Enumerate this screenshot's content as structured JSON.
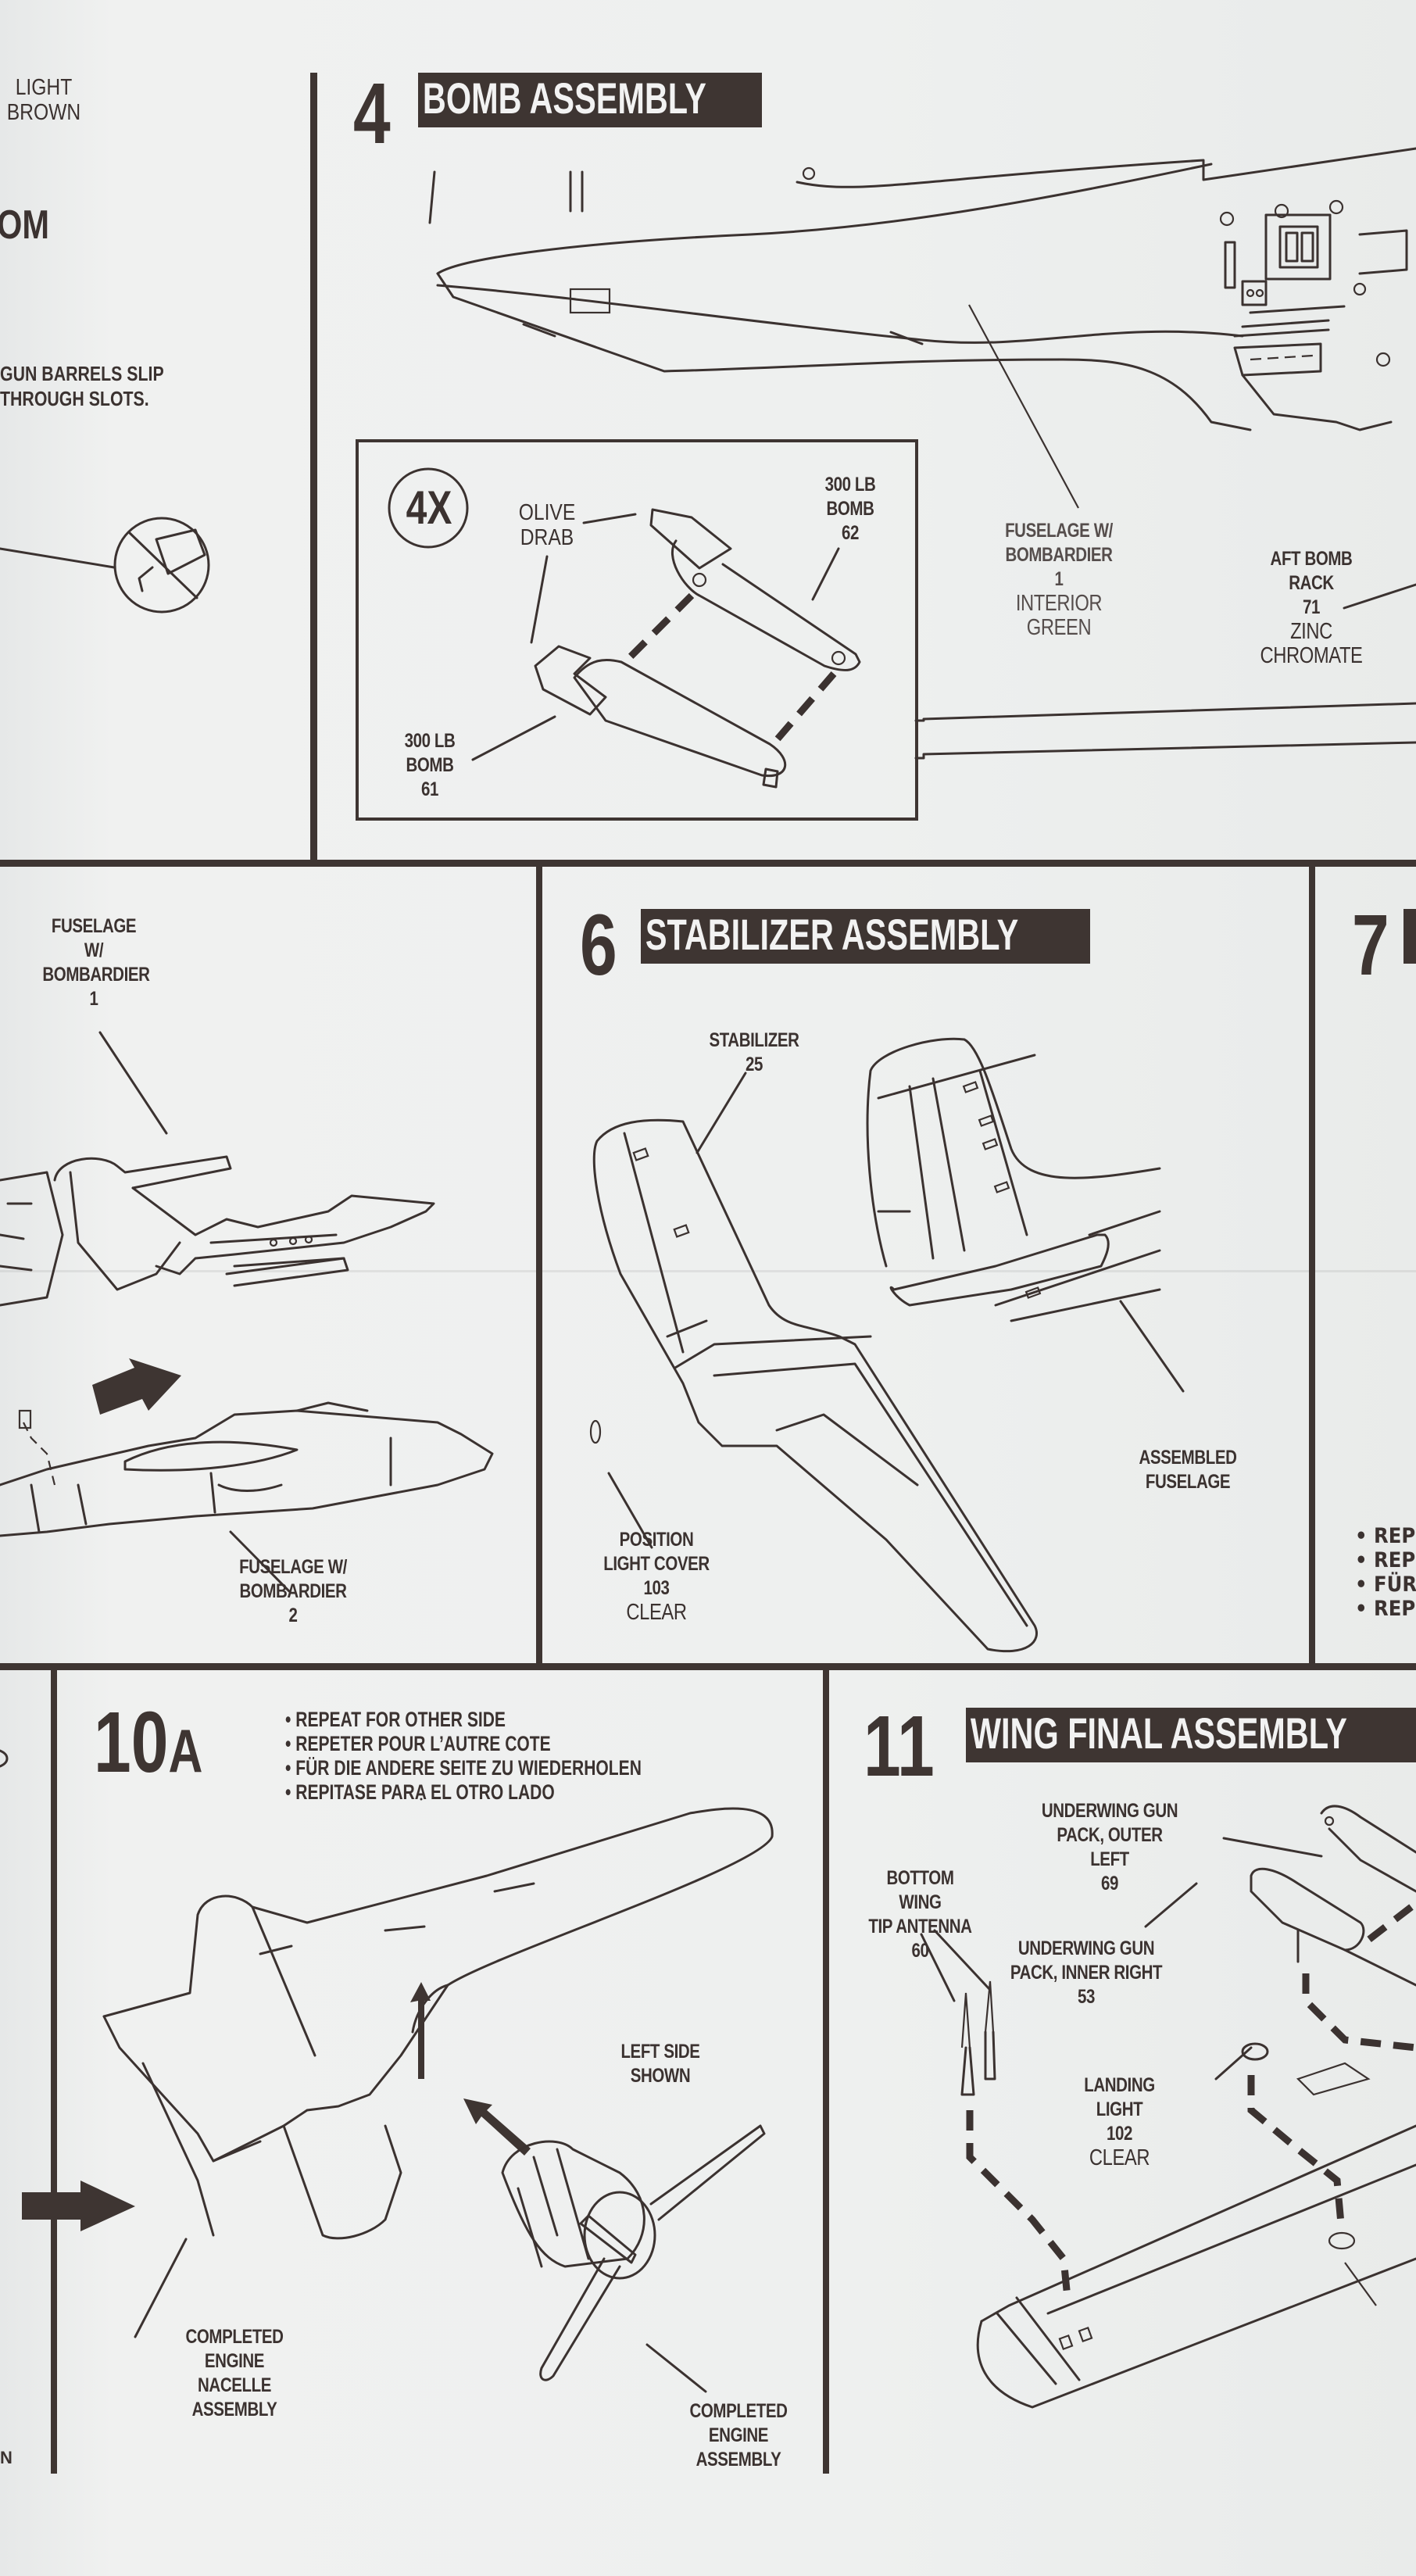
{
  "colors": {
    "ink": "#3e3532",
    "paper": "#eceeee",
    "header_text": "#f2f2f2"
  },
  "top_left_fragment": {
    "paint_light_brown": [
      "LIGHT",
      "BROWN"
    ],
    "title_fragment": "OM",
    "note": [
      "GUN BARRELS SLIP",
      "THROUGH SLOTS."
    ],
    "no_glue_icon": "no-glue-icon"
  },
  "step4": {
    "number": "4",
    "title": "BOMB ASSEMBLY",
    "inset": {
      "multiplier": "4X",
      "paint_olive_drab": [
        "OLIVE",
        "DRAB"
      ],
      "bomb_62": {
        "name": [
          "300 LB",
          "BOMB"
        ],
        "part": "62"
      },
      "bomb_61": {
        "name": [
          "300 LB",
          "BOMB"
        ],
        "part": "61"
      }
    },
    "fuselage": {
      "name": [
        "FUSELAGE W/",
        "BOMBARDIER"
      ],
      "part": "1",
      "paint": [
        "INTERIOR",
        "GREEN"
      ]
    },
    "aft_rack": {
      "name": [
        "AFT BOMB",
        "RACK"
      ],
      "part": "71",
      "paint": [
        "ZINC",
        "CHROMATE"
      ]
    }
  },
  "step5_fragment": {
    "fuselage1": {
      "name": [
        "FUSELAGE W/",
        "BOMBARDIER"
      ],
      "part": "1"
    },
    "fuselage2": {
      "name": [
        "FUSELAGE W/",
        "BOMBARDIER"
      ],
      "part": "2"
    }
  },
  "step6": {
    "number": "6",
    "title": "STABILIZER ASSEMBLY",
    "stabilizer": {
      "name": "STABILIZER",
      "part": "25"
    },
    "light_cover": {
      "name": [
        "POSITION",
        "LIGHT COVER"
      ],
      "part": "103",
      "paint": "CLEAR"
    },
    "assembled": [
      "ASSEMBLED",
      "FUSELAGE"
    ]
  },
  "step7_fragment": {
    "number": "7",
    "bullets": [
      "REPE",
      "REPE",
      "FÜR I",
      "REPIT"
    ]
  },
  "step10a": {
    "number": "10",
    "suffix": "A",
    "bullets": [
      "REPEAT FOR OTHER SIDE",
      "REPETER POUR L’AUTRE COTE",
      "FÜR DIE ANDERE SEITE ZU WIEDERHOLEN",
      "REPITASE PARA EL OTRO LADO"
    ],
    "left_side": [
      "LEFT SIDE",
      "SHOWN"
    ],
    "nacelle": [
      "COMPLETED",
      "ENGINE",
      "NACELLE",
      "ASSEMBLY"
    ],
    "engine": [
      "COMPLETED",
      "ENGINE",
      "ASSEMBLY"
    ]
  },
  "bottom_left_fragment": {
    "text": "N"
  },
  "step11": {
    "number": "11",
    "title": "WING FINAL ASSEMBLY",
    "gun_outer_left": {
      "name": [
        "UNDERWING GUN",
        "PACK, OUTER LEFT"
      ],
      "part": "69"
    },
    "antenna": {
      "name": [
        "BOTTOM WING",
        "TIP ANTENNA"
      ],
      "part": "60"
    },
    "gun_inner_right": {
      "name": [
        "UNDERWING GUN",
        "PACK, INNER RIGHT"
      ],
      "part": "53"
    },
    "landing_light": {
      "name": [
        "LANDING",
        "LIGHT"
      ],
      "part": "102",
      "paint": "CLEAR"
    }
  }
}
